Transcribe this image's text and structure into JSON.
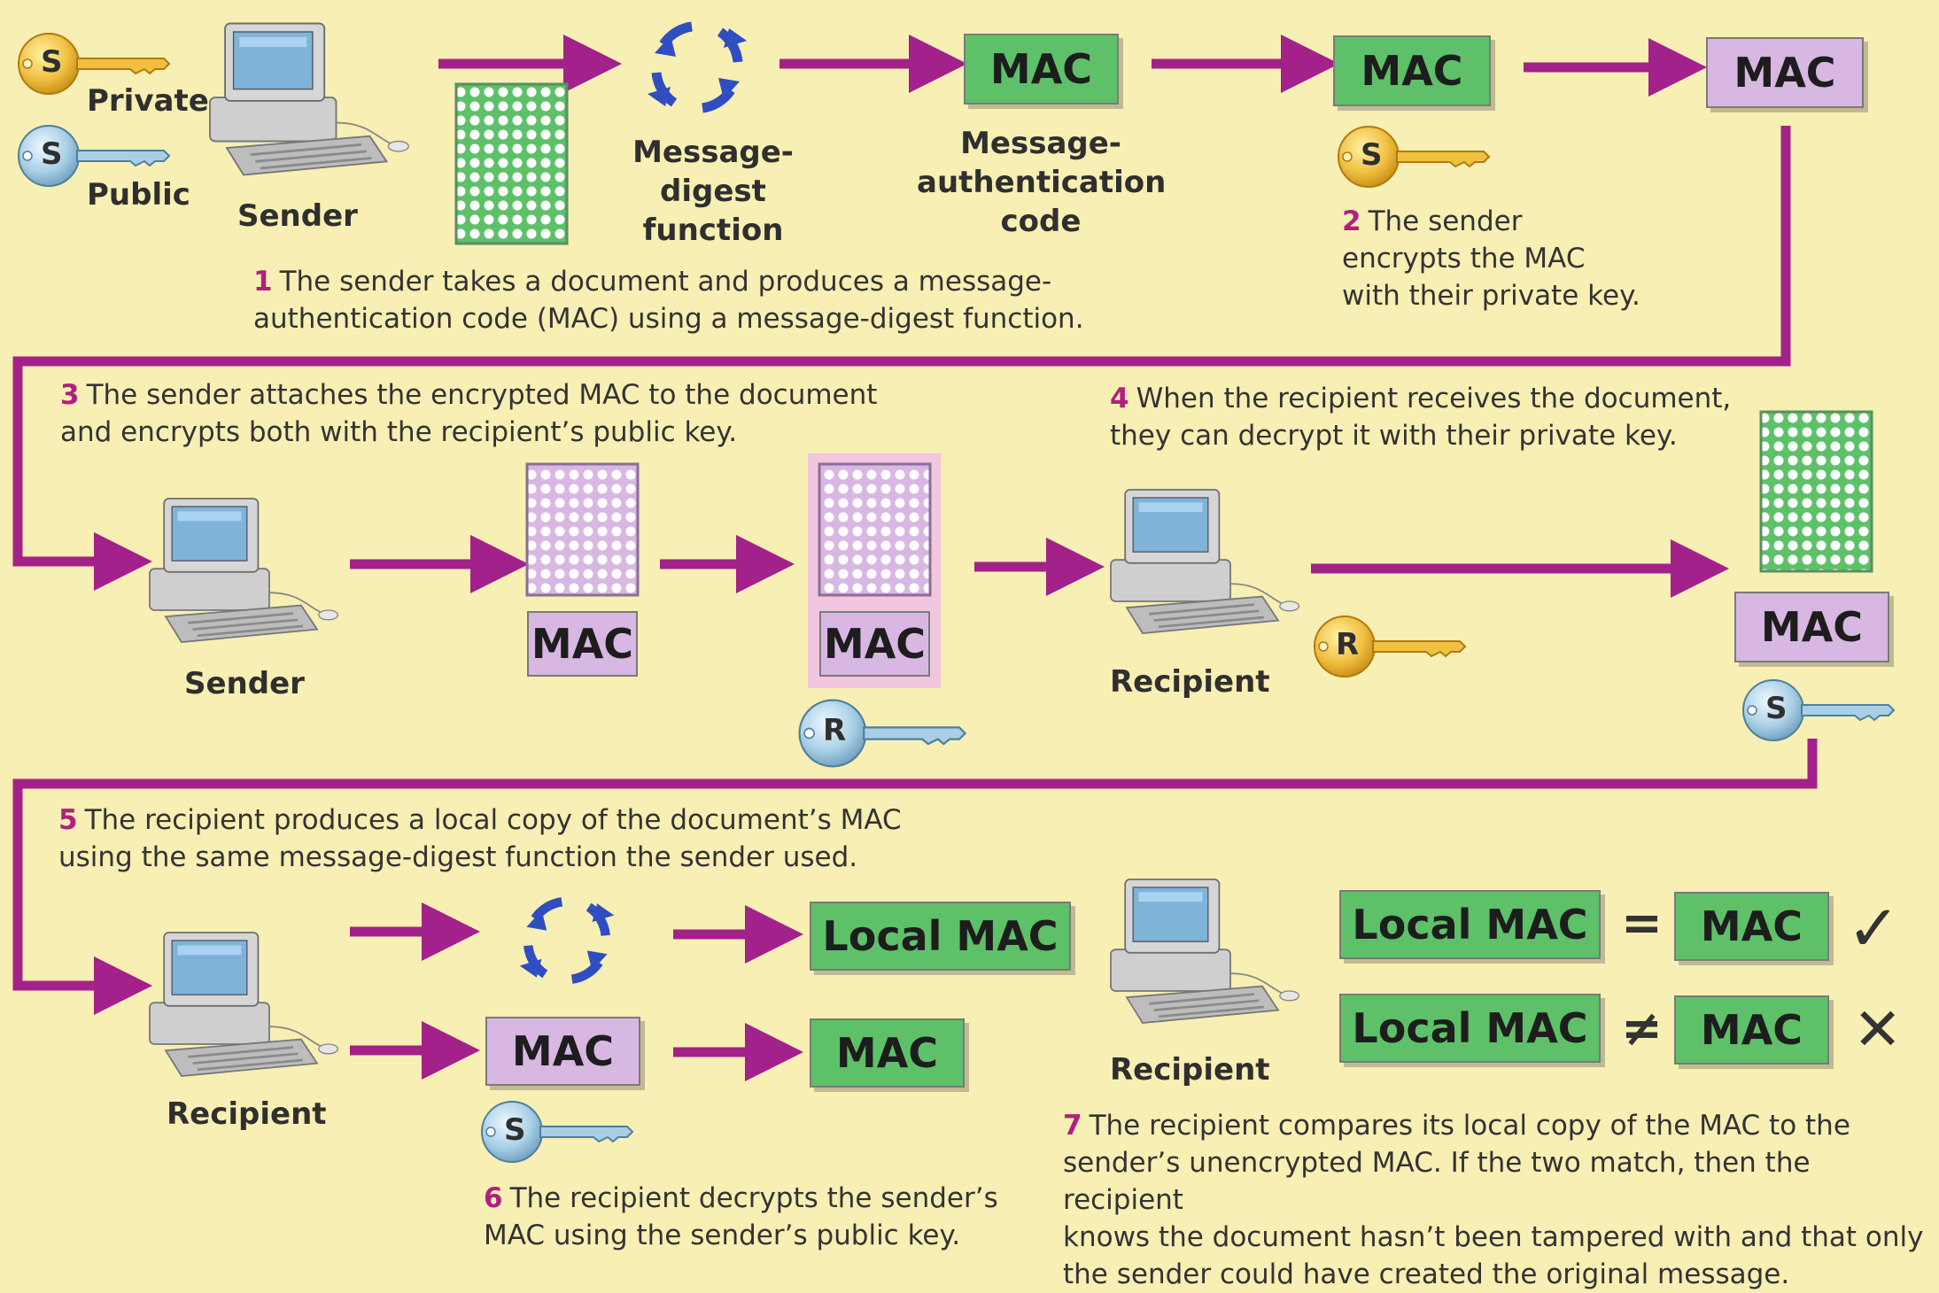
{
  "legend": {
    "private_label": "Private",
    "public_label": "Public"
  },
  "keys": {
    "sender": "S",
    "recipient": "R"
  },
  "labels": {
    "sender": "Sender",
    "recipient": "Recipient",
    "message_digest_function": "Message-\ndigest\nfunction",
    "message_authentication_code": "Message-\nauthentication\ncode"
  },
  "boxes": {
    "mac": "MAC",
    "local_mac": "Local MAC"
  },
  "symbols": {
    "equals": "=",
    "not_equals": "≠",
    "check": "✓",
    "cross": "✕"
  },
  "steps": [
    {
      "num": "1",
      "text": "The sender takes a document and produces a message-\nauthentication code (MAC) using a message-digest function."
    },
    {
      "num": "2",
      "text": "The sender\nencrypts the MAC\nwith their private key."
    },
    {
      "num": "3",
      "text": "The sender attaches the encrypted MAC to the document\nand encrypts both with the recipient’s public key."
    },
    {
      "num": "4",
      "text": "When the recipient receives the document,\nthey can decrypt it with their private key."
    },
    {
      "num": "5",
      "text": "The recipient produces a local copy of the document’s MAC\nusing the same message-digest function the sender used."
    },
    {
      "num": "6",
      "text": "The recipient decrypts the sender’s\nMAC using the sender’s public key."
    },
    {
      "num": "7",
      "text": "The recipient compares its local copy of the MAC to the\nsender’s unencrypted MAC. If the two match, then the recipient\nknows the document hasn’t been tampered with and that only\nthe sender could have created the original message."
    }
  ],
  "colors": {
    "background": "#f7efb3",
    "arrow": "#a3218a",
    "mac_green": "#5ec16a",
    "mac_violet": "#d8b7e3",
    "private_key": "#f0c040",
    "public_key": "#a9cfe6",
    "digest_arrows": "#2f4ec2"
  }
}
